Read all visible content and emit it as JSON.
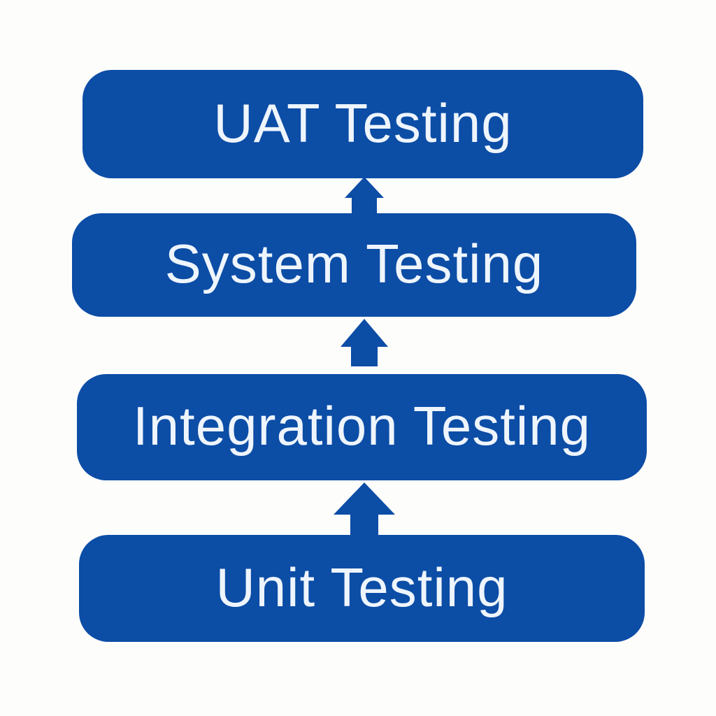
{
  "colors": {
    "accent": "#0c4da6",
    "box-text": "#eef5fc",
    "background": "#fdfdfc"
  },
  "diagram": {
    "type": "vertical-flow-bottom-up",
    "description": "Software testing levels flowing upward, each stage connected by an upward block arrow",
    "stages": [
      {
        "label": "UAT Testing"
      },
      {
        "label": "System Testing"
      },
      {
        "label": "Integration Testing"
      },
      {
        "label": "Unit Testing"
      }
    ],
    "flow_order_bottom_to_top": [
      "Unit Testing",
      "Integration Testing",
      "System Testing",
      "UAT Testing"
    ]
  }
}
